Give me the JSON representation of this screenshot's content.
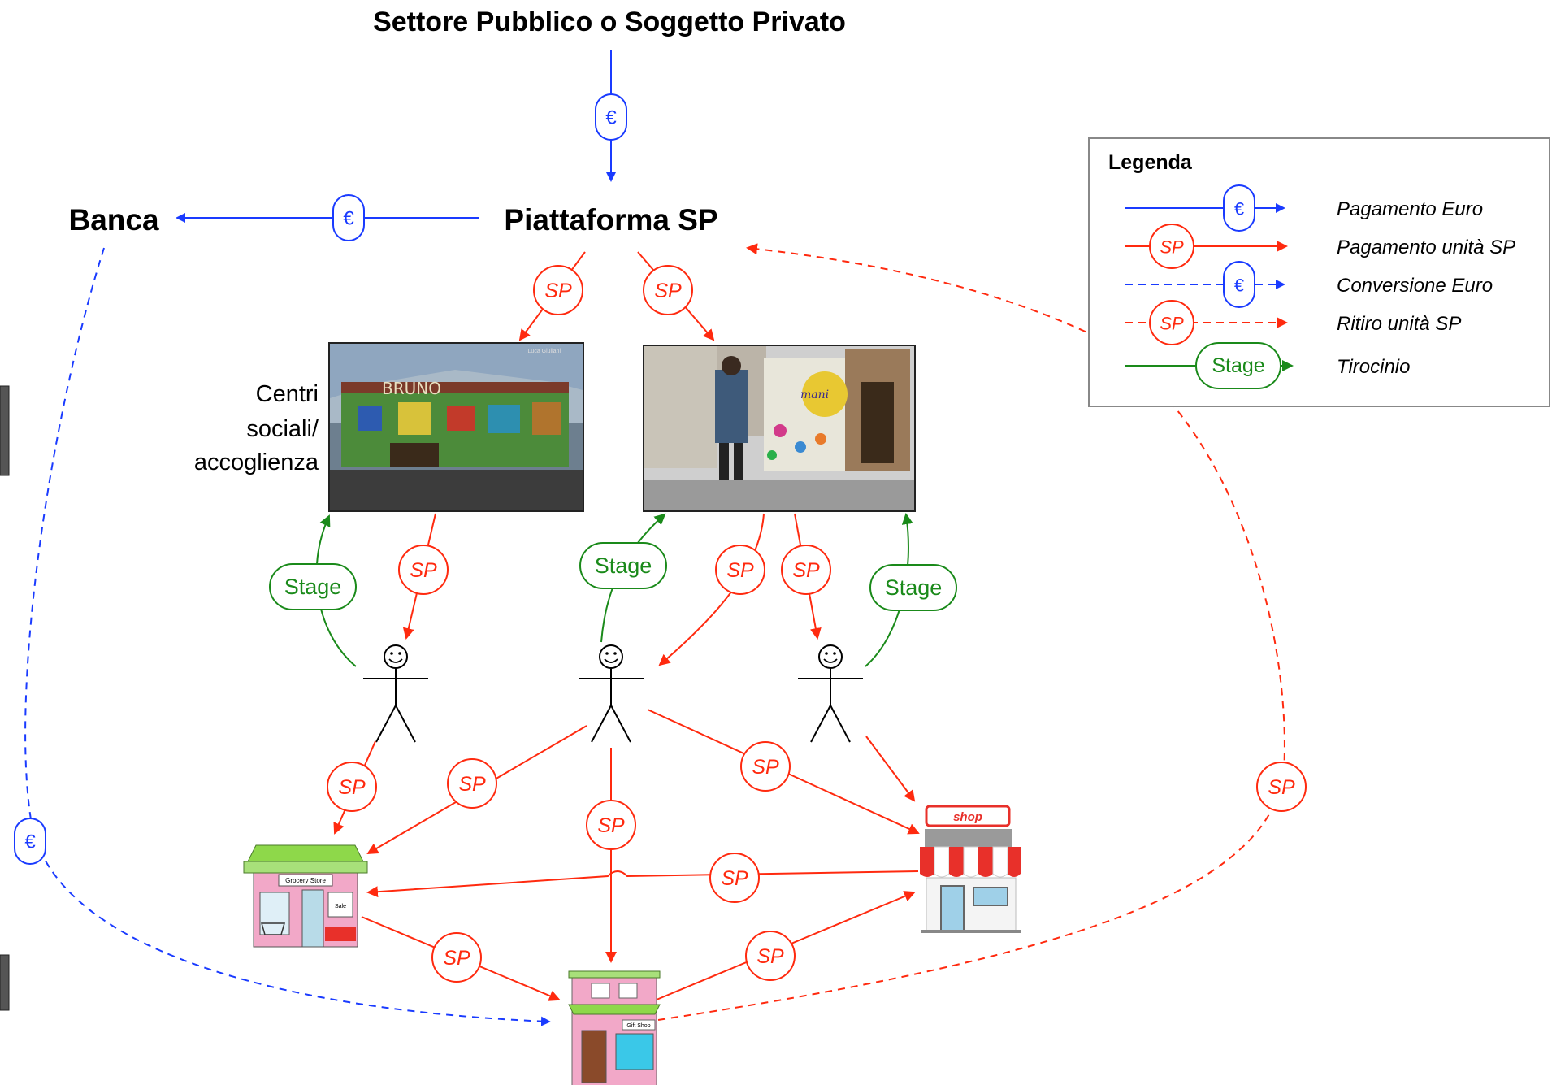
{
  "title": "Settore Pubblico o Soggetto Privato",
  "nodes": {
    "banca": "Banca",
    "piattaforma": "Piattaforma SP",
    "centri_line1": "Centri",
    "centri_line2": "sociali/",
    "centri_line3": "accoglienza"
  },
  "badges": {
    "euro": "€",
    "sp": "SP",
    "stage": "Stage"
  },
  "images": {
    "photo_left_watermark": "Luca Giuliani",
    "grocery_sign": "Grocery Store",
    "grocery_small_sign": "Sale",
    "shop_sign": "shop",
    "pink_shop_sign": "Gift Shop"
  },
  "legend": {
    "title": "Legenda",
    "items": [
      {
        "label": "Pagamento Euro",
        "badge": "€"
      },
      {
        "label": "Pagamento unità SP",
        "badge": "SP"
      },
      {
        "label": "Conversione Euro",
        "badge": "€"
      },
      {
        "label": "Ritiro unità SP",
        "badge": "SP"
      },
      {
        "label": "Tirocinio",
        "badge": "Stage"
      }
    ]
  },
  "colors": {
    "euro": "#1a3bff",
    "sp": "#ff2a0f",
    "stage": "#1a8a1a"
  }
}
